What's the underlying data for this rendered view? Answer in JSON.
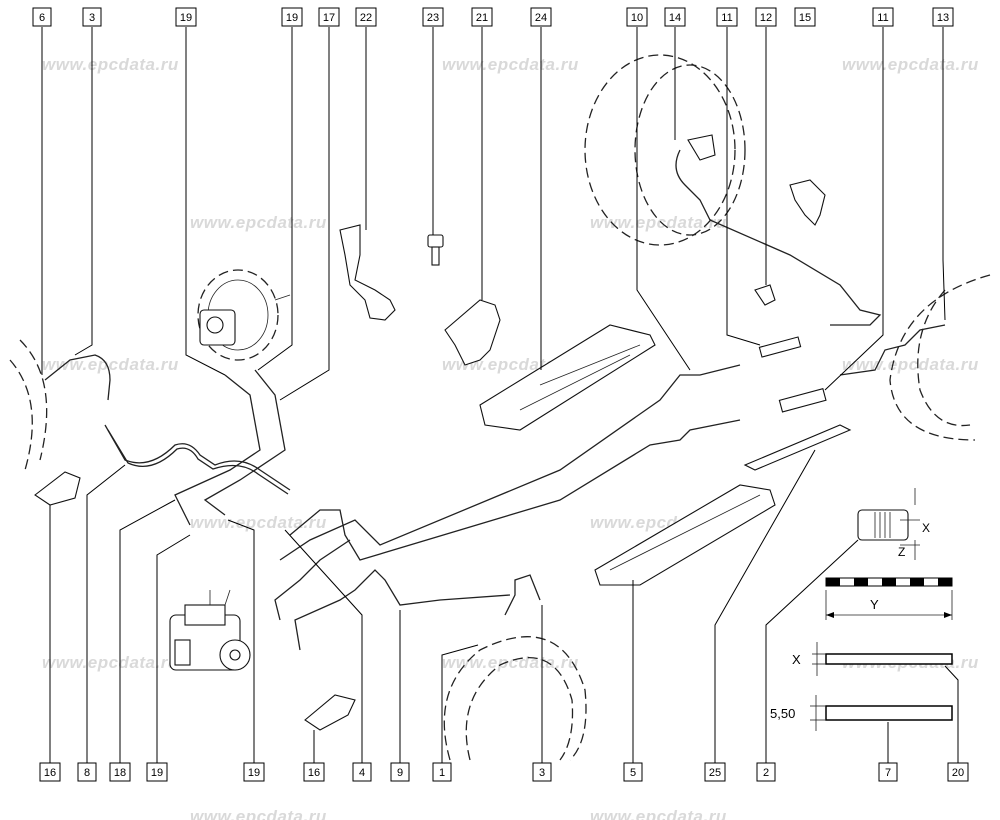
{
  "watermark": "www.epcdata.ru",
  "callouts_top": [
    "6",
    "3",
    "19",
    "19",
    "17",
    "22",
    "23",
    "21",
    "24",
    "10",
    "14",
    "11",
    "12",
    "15",
    "11",
    "13"
  ],
  "callouts_bottom": [
    "16",
    "8",
    "18",
    "19",
    "19",
    "16",
    "4",
    "9",
    "1",
    "3",
    "5",
    "25",
    "2",
    "7",
    "20"
  ],
  "dimensions": {
    "x_small": "X",
    "z_small": "Z",
    "y_label": "Y",
    "x_label": "X",
    "thickness_label": "5,50"
  },
  "colors": {
    "line": "#000000",
    "watermark": "#d9d9d9"
  }
}
